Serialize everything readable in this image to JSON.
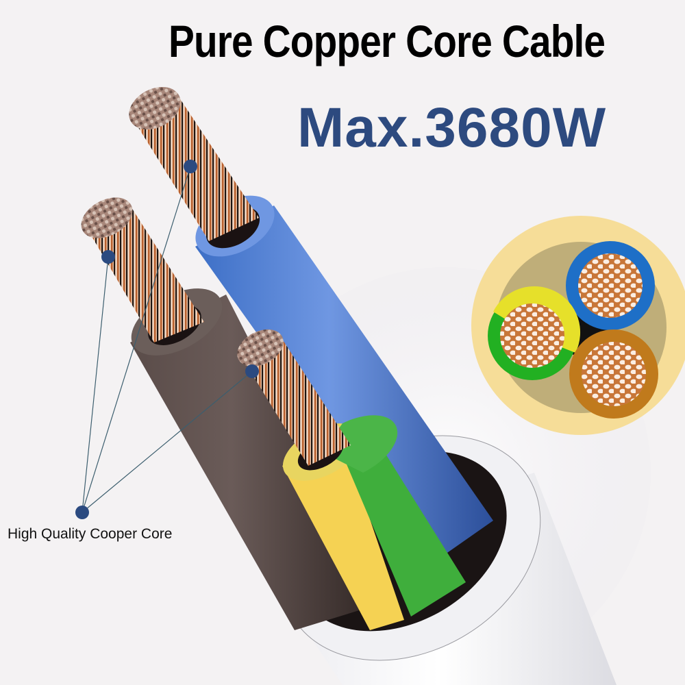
{
  "header": {
    "title": "Pure Copper Core Cable",
    "subtitle": "Max.3680W"
  },
  "callout": {
    "label": "High Quality Cooper Core"
  },
  "cross_section": {
    "conductors": [
      {
        "name": "blue-live-conductor",
        "insulation_color": "#1e6fc7"
      },
      {
        "name": "green-yellow-earth-conductor",
        "insulation_color": "#22b022",
        "stripe_color": "#e6e02a"
      },
      {
        "name": "brown-neutral-conductor",
        "insulation_color": "#c07a1c"
      }
    ],
    "sheath_color": "#f6dd98"
  },
  "colors": {
    "background": "#f4f2f3",
    "title": "#000000",
    "subtitle": "#2d4a7f",
    "callout_dot": "#2b4a80",
    "copper": "#c9825a",
    "blue_insulation": "#4f7fd6",
    "brown_insulation": "#4a3e3c",
    "green_insulation": "#3fae3c",
    "yellow_insulation": "#f5d253",
    "outer_jacket": "#ffffff"
  }
}
